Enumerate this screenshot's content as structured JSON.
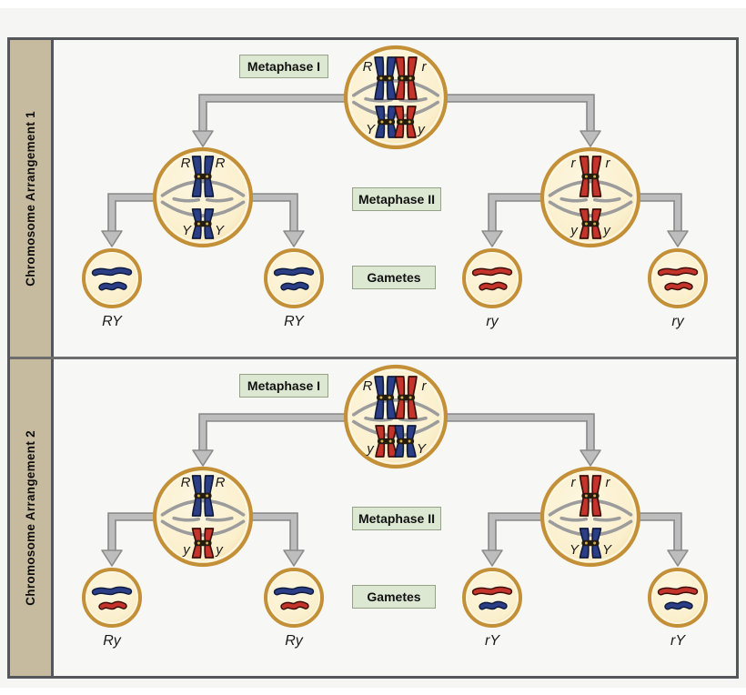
{
  "stage_labels": {
    "metaphase1": "Metaphase I",
    "metaphase2": "Metaphase II",
    "gametes": "Gametes"
  },
  "colors": {
    "chromosome_blue": "#2c3f86",
    "chromosome_blue_edge": "#0f1b3d",
    "chromosome_red": "#c5342b",
    "chromosome_red_edge": "#3a0f0a",
    "centromere": "#241c0f",
    "centromere_dots": "#d4af4e",
    "cell_fill_light": "#fdf6e0",
    "cell_fill": "#fbf0cd",
    "cell_fill_shade": "#f0d9a4",
    "cell_border": "#c39038",
    "cell_inner_ring": "#fcf6e2",
    "spindle": "#9c9c9c",
    "arrow_fill": "#bdbdbd",
    "arrow_edge": "#8b8b8b",
    "stage_box_bg": "#dde8d3",
    "stage_box_border": "#96a287",
    "sidebar_bg": "#c6bb9e",
    "frame_border": "#55565a",
    "panel_divider": "#6d6d6d",
    "panel_bg": "#f7f7f6",
    "page_bg": "#f5f5f4"
  },
  "panels": [
    {
      "sidebar_label": "Chromosome Arrangement 1",
      "metaphase1_cell": {
        "top_pair": [
          {
            "allele": "R",
            "color": "blue"
          },
          {
            "allele": "r",
            "color": "red"
          }
        ],
        "bottom_pair": [
          {
            "allele": "Y",
            "color": "blue"
          },
          {
            "allele": "y",
            "color": "red"
          }
        ]
      },
      "metaphase2_cells": [
        {
          "top_allele": "R",
          "top_color": "blue",
          "bottom_allele": "Y",
          "bottom_color": "blue"
        },
        {
          "top_allele": "r",
          "top_color": "red",
          "bottom_allele": "y",
          "bottom_color": "red"
        }
      ],
      "gametes": [
        {
          "label": "RY",
          "long_color": "blue",
          "short_color": "blue"
        },
        {
          "label": "RY",
          "long_color": "blue",
          "short_color": "blue"
        },
        {
          "label": "ry",
          "long_color": "red",
          "short_color": "red"
        },
        {
          "label": "ry",
          "long_color": "red",
          "short_color": "red"
        }
      ]
    },
    {
      "sidebar_label": "Chromosome Arrangement 2",
      "metaphase1_cell": {
        "top_pair": [
          {
            "allele": "R",
            "color": "blue"
          },
          {
            "allele": "r",
            "color": "red"
          }
        ],
        "bottom_pair": [
          {
            "allele": "y",
            "color": "red"
          },
          {
            "allele": "Y",
            "color": "blue"
          }
        ]
      },
      "metaphase2_cells": [
        {
          "top_allele": "R",
          "top_color": "blue",
          "bottom_allele": "y",
          "bottom_color": "red"
        },
        {
          "top_allele": "r",
          "top_color": "red",
          "bottom_allele": "Y",
          "bottom_color": "blue"
        }
      ],
      "gametes": [
        {
          "label": "Ry",
          "long_color": "blue",
          "short_color": "red"
        },
        {
          "label": "Ry",
          "long_color": "blue",
          "short_color": "red"
        },
        {
          "label": "rY",
          "long_color": "red",
          "short_color": "blue"
        },
        {
          "label": "rY",
          "long_color": "red",
          "short_color": "blue"
        }
      ]
    }
  ]
}
